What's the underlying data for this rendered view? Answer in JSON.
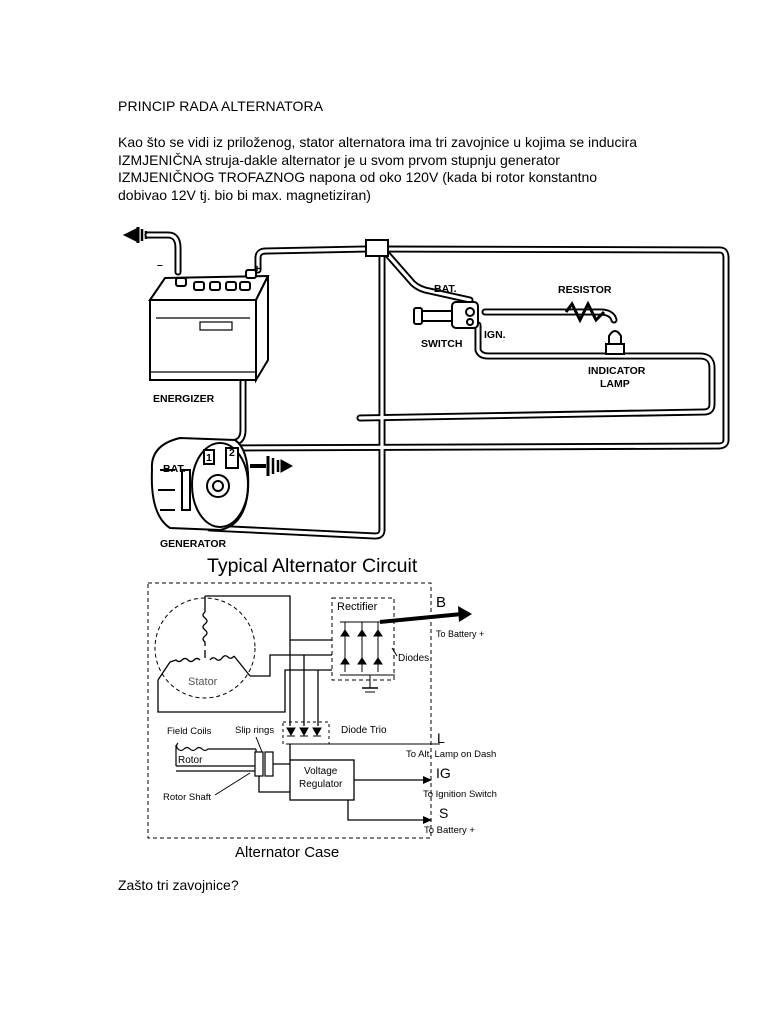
{
  "document": {
    "title": "PRINCIP RADA ALTERNATORA",
    "intro_lines": [
      "Kao što se vidi iz priloženog, stator alternatora ima tri zavojnice u kojima se inducira",
      "IZMJENIČNA struja-dakle alternator je u svom prvom stupnju generator",
      "IZMJENIČNOG TROFAZNOG napona od oko 120V (kada bi rotor konstantno",
      "dobivao 12V tj. bio bi max. magnetiziran)"
    ],
    "question": "Zašto tri zavojnice?"
  },
  "wiring_diagram": {
    "labels": {
      "battery_minus": "–",
      "battery_plus": "+",
      "energizer": "ENERGIZER",
      "generator": "GENERATOR",
      "bat_on_generator": "BAT.",
      "terminal_1": "1",
      "terminal_2": "2",
      "switch_bat": "BAT.",
      "switch_ign": "IGN.",
      "switch": "SWITCH",
      "resistor": "RESISTOR",
      "indicator_lamp_1": "INDICATOR",
      "indicator_lamp_2": "LAMP"
    }
  },
  "circuit_diagram": {
    "title": "Typical Alternator Circuit",
    "case_label": "Alternator Case",
    "labels": {
      "rectifier": "Rectifier",
      "diodes": "Diodes",
      "stator": "Stator",
      "diode_trio": "Diode Trio",
      "field_coils": "Field Coils",
      "slip_rings": "Slip rings",
      "rotor": "Rotor",
      "rotor_shaft": "Rotor Shaft",
      "voltage_regulator_1": "Voltage",
      "voltage_regulator_2": "Regulator"
    },
    "terminals": [
      {
        "letter": "B",
        "desc": "To Battery +"
      },
      {
        "letter": "L",
        "desc": "To Alt. Lamp on Dash"
      },
      {
        "letter": "IG",
        "desc": "To Ignition Switch"
      },
      {
        "letter": "S",
        "desc": "To Battery +"
      }
    ]
  }
}
